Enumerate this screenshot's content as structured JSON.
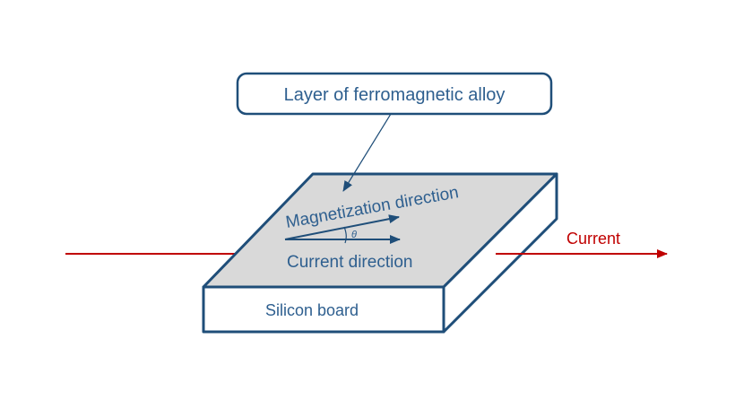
{
  "diagram": {
    "callout_label": "Layer of ferromagnetic alloy",
    "magnetization_label": "Magnetization direction",
    "current_direction_label": "Current direction",
    "angle_symbol": "θ",
    "board_label": "Silicon board",
    "current_label": "Current"
  },
  "colors": {
    "outline": "#1f4e79",
    "text_blue": "#2e5f8f",
    "top_face": "#d9d9d9",
    "sides": "#ffffff",
    "current_red": "#c00000"
  }
}
